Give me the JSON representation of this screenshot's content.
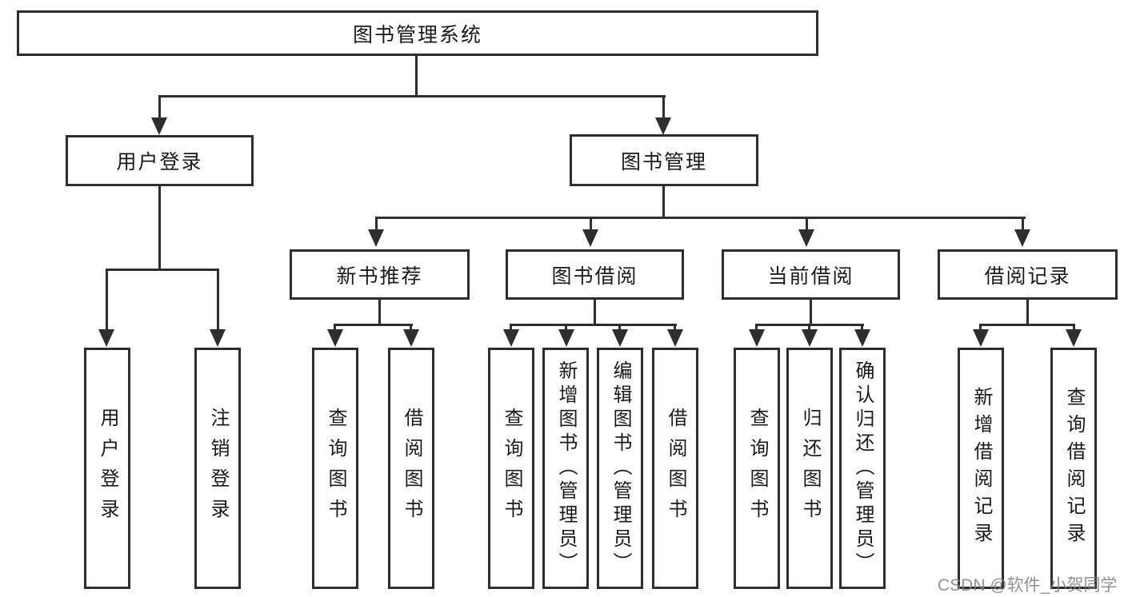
{
  "tree": {
    "label": "图书管理系统",
    "children": [
      {
        "label": "用户登录",
        "children": [
          {
            "label": "用户登录"
          },
          {
            "label": "注销登录"
          }
        ]
      },
      {
        "label": "图书管理",
        "children": [
          {
            "label": "新书推荐",
            "children": [
              {
                "label": "查询图书"
              },
              {
                "label": "借阅图书"
              }
            ]
          },
          {
            "label": "图书借阅",
            "children": [
              {
                "label": "查询图书"
              },
              {
                "label": "新增图书（管理员）"
              },
              {
                "label": "编辑图书（管理员）"
              },
              {
                "label": "借阅图书"
              }
            ]
          },
          {
            "label": "当前借阅",
            "children": [
              {
                "label": "查询图书"
              },
              {
                "label": "归还图书"
              },
              {
                "label": "确认归还（管理员）"
              }
            ]
          },
          {
            "label": "借阅记录",
            "children": [
              {
                "label": "新增借阅记录"
              },
              {
                "label": "查询借阅记录"
              }
            ]
          }
        ]
      }
    ]
  },
  "watermark": {
    "text": "CSDN @软件_小贺同学"
  },
  "colors": {
    "line": "#2e2e2e",
    "box_border": "#2e2e2e",
    "background": "#ffffff",
    "watermark_gray": "#828282"
  }
}
